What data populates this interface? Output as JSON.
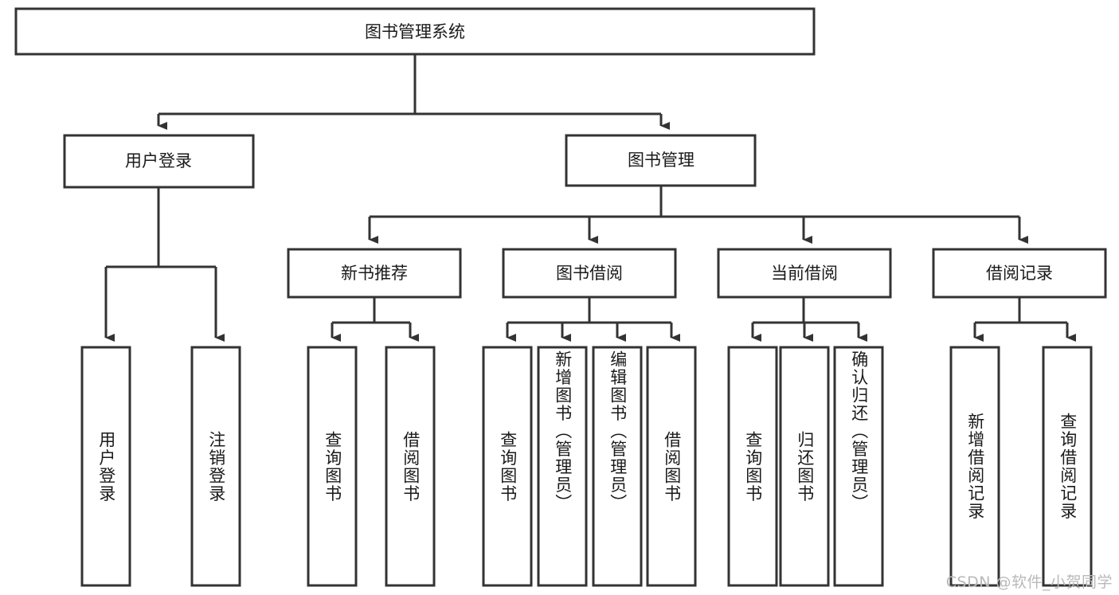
{
  "diagram": {
    "type": "tree-hierarchy",
    "title_node": {
      "label": "图书管理系统"
    },
    "level1": [
      {
        "id": "user-login",
        "label": "用户登录"
      },
      {
        "id": "book-manage",
        "label": "图书管理"
      }
    ],
    "level2": [
      {
        "id": "new-book-recommend",
        "label": "新书推荐",
        "parent": "book-manage"
      },
      {
        "id": "book-borrow",
        "label": "图书借阅",
        "parent": "book-manage"
      },
      {
        "id": "current-borrow",
        "label": "当前借阅",
        "parent": "book-manage"
      },
      {
        "id": "borrow-record",
        "label": "借阅记录",
        "parent": "book-manage"
      }
    ],
    "leaves": {
      "user_login": [
        {
          "id": "leaf-user-login",
          "label": "用户登录"
        },
        {
          "id": "leaf-user-logout",
          "label": "注销登录"
        }
      ],
      "new_book_recommend": [
        {
          "id": "leaf-query-book-1",
          "label": "查询图书"
        },
        {
          "id": "leaf-borrow-book-1",
          "label": "借阅图书"
        }
      ],
      "book_borrow": [
        {
          "id": "leaf-query-book-2",
          "label": "查询图书"
        },
        {
          "id": "leaf-add-book",
          "label": "新增图书（管理员）"
        },
        {
          "id": "leaf-edit-book",
          "label": "编辑图书（管理员）"
        },
        {
          "id": "leaf-borrow-book-2",
          "label": "借阅图书"
        }
      ],
      "current_borrow": [
        {
          "id": "leaf-query-book-3",
          "label": "查询图书"
        },
        {
          "id": "leaf-return-book",
          "label": "归还图书"
        },
        {
          "id": "leaf-confirm-return",
          "label": "确认归还（管理员）"
        }
      ],
      "borrow_record": [
        {
          "id": "leaf-add-record",
          "label": "新增借阅记录"
        },
        {
          "id": "leaf-query-record",
          "label": "查询借阅记录"
        }
      ]
    }
  },
  "watermark": {
    "text": "CSDN @软件_小贺同学"
  },
  "colors": {
    "background": "#ffffff",
    "box_fill": "#ffffff",
    "stroke": "#333333",
    "text": "#1a1a1a",
    "watermark": "#b9b9b9"
  }
}
